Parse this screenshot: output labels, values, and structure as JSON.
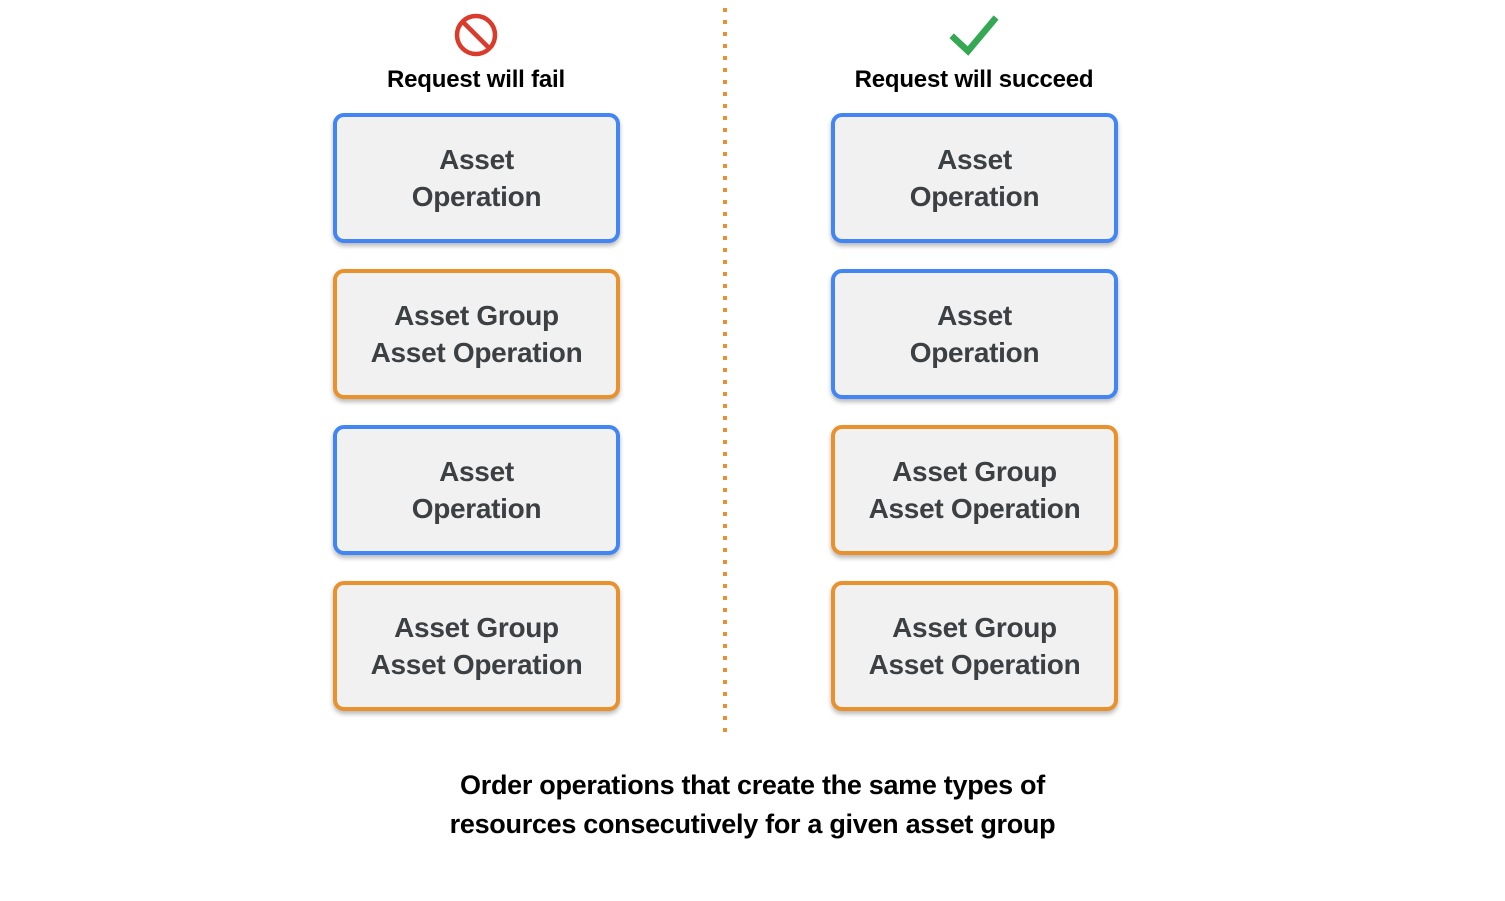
{
  "diagram": {
    "background_color": "#ffffff",
    "divider": {
      "name": "vertical-dotted-divider",
      "style": "dotted",
      "color": "#E8912D"
    },
    "palette": {
      "blue": "#4285F4",
      "orange": "#E8912D",
      "card_fill": "#F1F1F1",
      "card_text": "#3C4043",
      "fail_icon": "#DB3B2B",
      "succeed_icon": "#34A853"
    },
    "columns": [
      {
        "id": "fail",
        "icon": "prohibition-icon",
        "icon_color": "#DB3B2B",
        "title": "Request will fail",
        "cards": [
          {
            "text": "Asset\nOperation",
            "accent": "blue"
          },
          {
            "text": "Asset Group\nAsset Operation",
            "accent": "orange"
          },
          {
            "text": "Asset\nOperation",
            "accent": "blue"
          },
          {
            "text": "Asset Group\nAsset Operation",
            "accent": "orange"
          }
        ]
      },
      {
        "id": "succeed",
        "icon": "checkmark-icon",
        "icon_color": "#34A853",
        "title": "Request will succeed",
        "cards": [
          {
            "text": "Asset\nOperation",
            "accent": "blue"
          },
          {
            "text": "Asset\nOperation",
            "accent": "blue"
          },
          {
            "text": "Asset Group\nAsset Operation",
            "accent": "orange"
          },
          {
            "text": "Asset Group\nAsset Operation",
            "accent": "orange"
          }
        ]
      }
    ],
    "caption": "Order operations that create the same types of\nresources consecutively for a given asset group"
  }
}
